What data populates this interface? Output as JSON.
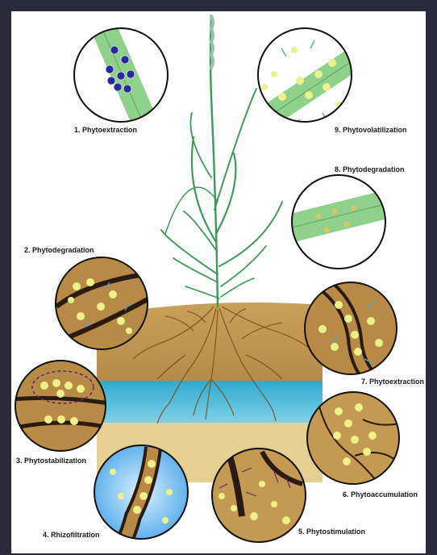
{
  "labels": {
    "l1": "1. Phytoextraction",
    "l2": "2. Phytodegradation",
    "l3": "3. Phytostabilization",
    "l4": "4. Rhizofiltration",
    "l5": "5. Phytostimulation",
    "l6": "6. Phytoaccumulation",
    "l7": "7. Phytoextraction",
    "l8": "8. Phytodegradation",
    "l9": "9. Phytovolatilization"
  },
  "colors": {
    "frame": "#2b2a3d",
    "soil_top": "#c49a52",
    "soil_mid": "#a87a3a",
    "water": "#3cb6d6",
    "sand": "#e5cc8e",
    "stem": "#8fd18a",
    "particle": "#eef08a",
    "heavy_metal": "#2a2a9a"
  }
}
